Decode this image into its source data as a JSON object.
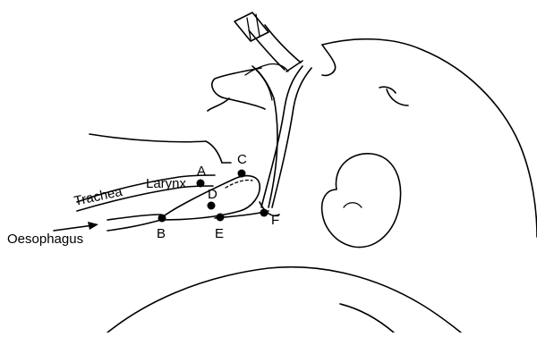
{
  "labels": {
    "trachea": "Trachea",
    "larynx": "Larynx",
    "oesophagus": "Oesophagus",
    "points": [
      "A",
      "B",
      "C",
      "D",
      "E",
      "F"
    ]
  }
}
